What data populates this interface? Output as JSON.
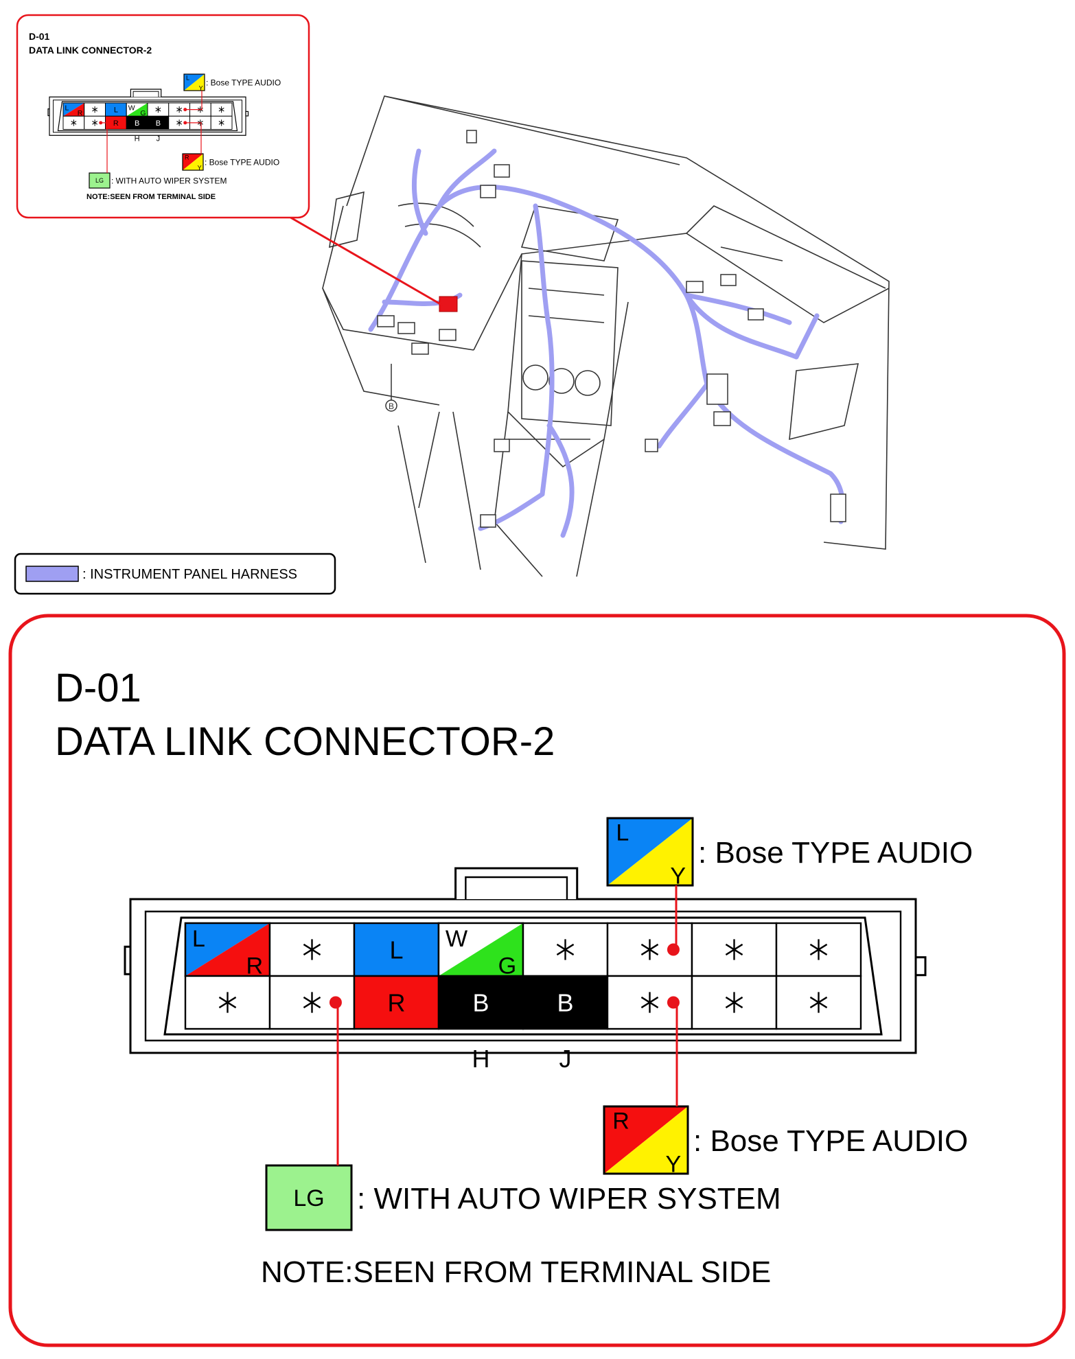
{
  "connector": {
    "id": "D-01",
    "name": "DATA LINK CONNECTOR-2",
    "note": "NOTE:SEEN FROM TERMINAL SIDE",
    "row_labels": [
      "H",
      "J"
    ],
    "cells": [
      [
        {
          "kind": "split",
          "top": "L",
          "bottom": "R",
          "topColor": "#0a84f5",
          "bottomColor": "#f50f0f"
        },
        {
          "kind": "star"
        },
        {
          "kind": "solid",
          "label": "L",
          "color": "#0a84f5",
          "textColor": "#000000"
        },
        {
          "kind": "split",
          "top": "W",
          "bottom": "G",
          "topColor": "#ffffff",
          "bottomColor": "#2ee21c"
        },
        {
          "kind": "star"
        },
        {
          "kind": "star"
        },
        {
          "kind": "star"
        },
        {
          "kind": "star"
        }
      ],
      [
        {
          "kind": "star"
        },
        {
          "kind": "star"
        },
        {
          "kind": "solid",
          "label": "R",
          "color": "#f50f0f",
          "textColor": "#000000"
        },
        {
          "kind": "solid",
          "label": "B",
          "color": "#000000",
          "textColor": "#ffffff"
        },
        {
          "kind": "solid",
          "label": "B",
          "color": "#000000",
          "textColor": "#ffffff"
        },
        {
          "kind": "star"
        },
        {
          "kind": "star"
        },
        {
          "kind": "star"
        }
      ]
    ],
    "callouts": [
      {
        "text": ": Bose TYPE AUDIO",
        "kind": "split",
        "top": "L",
        "bottom": "Y",
        "topColor": "#0a84f5",
        "bottomColor": "#fff200"
      },
      {
        "text": ": Bose TYPE AUDIO",
        "kind": "split",
        "top": "R",
        "bottom": "Y",
        "topColor": "#f50f0f",
        "bottomColor": "#fff200"
      },
      {
        "text": ": WITH AUTO WIPER SYSTEM",
        "kind": "solid",
        "label": "LG",
        "color": "#9cf28e"
      }
    ]
  },
  "legend": {
    "text": ": INSTRUMENT PANEL HARNESS",
    "color": "#9f9ff2"
  },
  "overview": {
    "ground_label": "B"
  },
  "colors": {
    "frame": "#e8141b",
    "harness": "#9f9ff2",
    "lead": "#e8141b"
  }
}
